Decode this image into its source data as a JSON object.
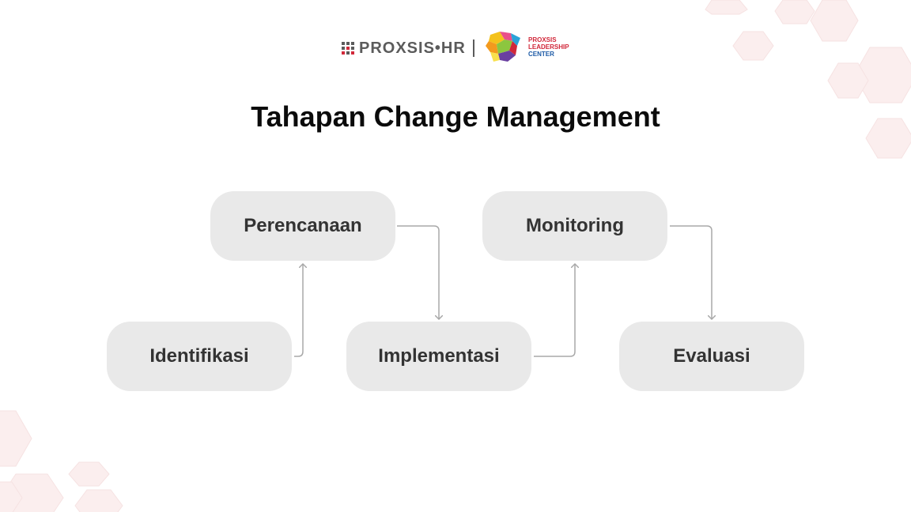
{
  "header": {
    "logo_hr_text": "PROXSIS•HR",
    "logo_plc_lines": [
      "PROXSIS",
      "LEADERSHIP",
      "CENTER"
    ]
  },
  "title": "Tahapan Change Management",
  "diagram": {
    "nodes": [
      {
        "label": "Identifikasi"
      },
      {
        "label": "Perencanaan"
      },
      {
        "label": "Implementasi"
      },
      {
        "label": "Monitoring"
      },
      {
        "label": "Evaluasi"
      }
    ],
    "edges": [
      {
        "from": "Identifikasi",
        "to": "Perencanaan"
      },
      {
        "from": "Perencanaan",
        "to": "Implementasi"
      },
      {
        "from": "Implementasi",
        "to": "Monitoring"
      },
      {
        "from": "Monitoring",
        "to": "Evaluasi"
      }
    ]
  },
  "colors": {
    "node_fill": "#e9e9e9",
    "node_text": "#333333",
    "arrow": "#a8a8a8",
    "title": "#0b0b0b",
    "brand_red": "#d1283a",
    "brand_blue": "#1c5aa6",
    "deco_hex": "#f6dede"
  }
}
